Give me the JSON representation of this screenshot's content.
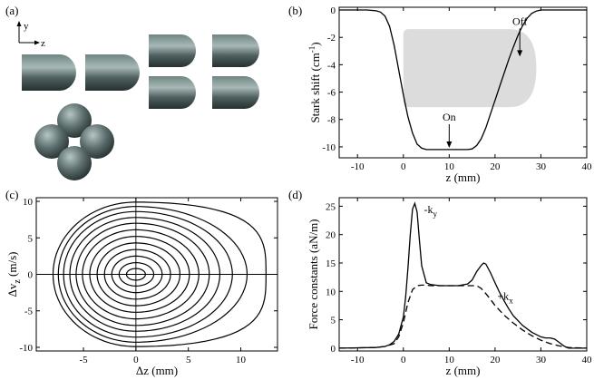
{
  "panels": {
    "a": {
      "letter": "(a)",
      "axes": {
        "y_label": "y",
        "z_label": "z"
      }
    },
    "b": {
      "letter": "(b)",
      "xlabel": "z (mm)",
      "ylabel_main": "Stark shift (cm",
      "ylabel_sup": "-1",
      "ylabel_close": ")",
      "annotations": {
        "on": "On",
        "off": "Off"
      }
    },
    "c": {
      "letter": "(c)",
      "xlabel_delta": "Δz (mm)",
      "ylabel_main": "Δv",
      "ylabel_sub": "z",
      "ylabel_units": " (m/s)"
    },
    "d": {
      "letter": "(d)",
      "xlabel": "z (mm)",
      "ylabel": "Force constants (aN/m)",
      "label_ky_prefix": "-k",
      "label_ky_sub": "y",
      "label_kx_prefix": "+k",
      "label_kx_sub": "x"
    }
  },
  "colors": {
    "line": "#000000",
    "shade": "#dcdcdc",
    "rod_dark": "#2f3a3a",
    "rod_light": "#8fa3a1"
  },
  "chart_data": [
    {
      "panel": "b",
      "type": "line",
      "xlim": [
        -14,
        40
      ],
      "ylim": [
        -10.8,
        0.2
      ],
      "xticks": [
        -10,
        0,
        10,
        20,
        30,
        40
      ],
      "yticks": [
        0,
        -2,
        -4,
        -6,
        -8,
        -10
      ],
      "series": [
        {
          "x": [
            -14,
            -8,
            -6,
            -5,
            -4,
            -3,
            -2,
            -1,
            0,
            1,
            2,
            3,
            4,
            5,
            6,
            14,
            15,
            16,
            17,
            18,
            19,
            20,
            21,
            22,
            23,
            24,
            25,
            26,
            27,
            28,
            29,
            30,
            32,
            34,
            40
          ],
          "y": [
            0,
            0,
            -0.05,
            -0.15,
            -0.45,
            -1.2,
            -2.6,
            -4.4,
            -6.2,
            -7.8,
            -9.0,
            -9.8,
            -10.1,
            -10.2,
            -10.2,
            -10.2,
            -10.15,
            -9.9,
            -9.4,
            -8.6,
            -7.6,
            -6.6,
            -5.6,
            -4.6,
            -3.6,
            -2.7,
            -1.85,
            -1.15,
            -0.6,
            -0.25,
            -0.08,
            0,
            0,
            0,
            0
          ]
        }
      ],
      "shaded_region": {
        "z_start": 0,
        "z_end": 29,
        "y_top": -1.4,
        "y_bottom": -7.1,
        "shape": "rounded-nose-right"
      },
      "annotation_points": [
        {
          "label": "On",
          "x": 10,
          "y": -10.2
        },
        {
          "label": "Off",
          "x": 25.4,
          "y": -3.6
        }
      ]
    },
    {
      "panel": "c",
      "type": "line",
      "xlim": [
        -9.5,
        13.5
      ],
      "ylim": [
        -10.5,
        10.5
      ],
      "xticks": [
        -5,
        0,
        5,
        10
      ],
      "yticks": [
        10,
        5,
        0,
        -5,
        -10
      ],
      "contours": [
        {
          "dz_min": -0.9,
          "dz_max": 0.9,
          "dv_max": 0.8
        },
        {
          "dz_min": -1.6,
          "dz_max": 1.7,
          "dv_max": 1.6
        },
        {
          "dz_min": -2.3,
          "dz_max": 2.5,
          "dv_max": 2.5
        },
        {
          "dz_min": -3.0,
          "dz_max": 3.3,
          "dv_max": 3.4
        },
        {
          "dz_min": -3.7,
          "dz_max": 4.2,
          "dv_max": 4.3
        },
        {
          "dz_min": -4.4,
          "dz_max": 5.1,
          "dv_max": 5.2
        },
        {
          "dz_min": -5.1,
          "dz_max": 6.0,
          "dv_max": 6.1
        },
        {
          "dz_min": -5.7,
          "dz_max": 7.0,
          "dv_max": 7.0
        },
        {
          "dz_min": -6.3,
          "dz_max": 8.0,
          "dv_max": 7.8
        },
        {
          "dz_min": -6.9,
          "dz_max": 9.2,
          "dv_max": 8.6
        },
        {
          "dz_min": -7.4,
          "dz_max": 10.6,
          "dv_max": 9.3
        },
        {
          "dz_min": -7.9,
          "dz_max": 12.4,
          "dv_max": 9.9
        }
      ]
    },
    {
      "panel": "d",
      "type": "line",
      "xlim": [
        -14,
        40
      ],
      "ylim": [
        -0.5,
        26.5
      ],
      "xticks": [
        -10,
        0,
        10,
        20,
        30,
        40
      ],
      "yticks": [
        0,
        5,
        10,
        15,
        20,
        25
      ],
      "series": [
        {
          "name": "-ky",
          "style": "solid",
          "x": [
            -14,
            -6,
            -4,
            -3,
            -2,
            -1,
            0,
            0.5,
            1,
            1.5,
            2,
            2.5,
            3,
            3.5,
            4,
            5,
            6,
            8,
            10,
            12,
            14,
            15,
            16,
            17,
            17.5,
            18,
            19,
            20,
            21,
            22,
            23,
            24,
            26,
            28,
            30,
            31,
            32,
            33,
            34,
            35,
            36,
            40
          ],
          "y": [
            0,
            0.1,
            0.3,
            0.6,
            1.2,
            2.5,
            5.5,
            9,
            14,
            20,
            24.5,
            25.5,
            24,
            19,
            14.5,
            11.5,
            11.2,
            11,
            11,
            11,
            11.3,
            12,
            13.5,
            14.6,
            15,
            14.8,
            13.3,
            11.5,
            9.8,
            8.3,
            6.9,
            5.7,
            4.0,
            2.8,
            2.0,
            1.8,
            1.8,
            1.6,
            1.0,
            0.4,
            0,
            0
          ]
        },
        {
          "name": "+kx",
          "style": "dashed",
          "x": [
            -14,
            -6,
            -4,
            -2,
            -1,
            0,
            1,
            2,
            3,
            4,
            5,
            6,
            10,
            14,
            16,
            17,
            18,
            19,
            20,
            22,
            24,
            26,
            28,
            30,
            32,
            34,
            36,
            40
          ],
          "y": [
            0,
            0.1,
            0.3,
            0.8,
            2.0,
            4.5,
            8.0,
            10.3,
            11.0,
            11.1,
            11.1,
            11.0,
            11.0,
            11.0,
            11.0,
            10.5,
            9.6,
            8.6,
            7.5,
            5.8,
            4.4,
            3.2,
            2.2,
            1.4,
            0.8,
            0.4,
            0.1,
            0
          ]
        }
      ],
      "series_labels": [
        {
          "series": "-ky",
          "label_x": 4.5,
          "label_y": 23.8
        },
        {
          "series": "+kx",
          "label_x": 20.5,
          "label_y": 8.5
        }
      ]
    }
  ]
}
